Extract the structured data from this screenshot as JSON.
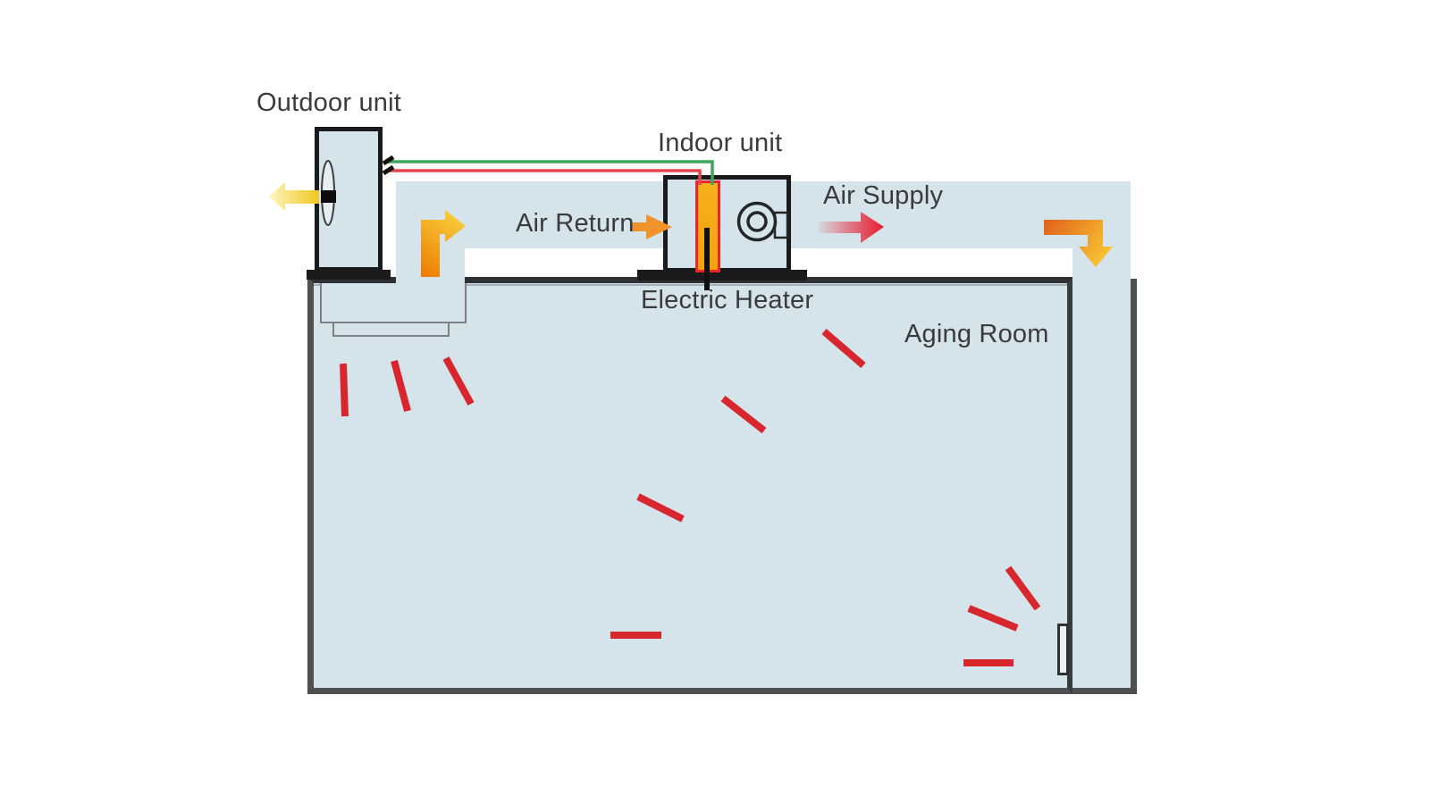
{
  "title": "Aging room heat-pump airflow schematic",
  "labels": {
    "outdoor_unit": "Outdoor unit",
    "indoor_unit": "Indoor unit",
    "air_return": "Air Return",
    "air_supply": "Air Supply",
    "electric_heater": "Electric Heater",
    "aging_room": "Aging Room"
  },
  "icons": {
    "outdoor_fan": "fan-blade-icon",
    "indoor_blower": "blower-fan-icon",
    "exhaust_arrow": "yellow-left-arrow-icon",
    "return_duct_arrow": "orange-bent-up-right-arrow-icon",
    "supply_duct_arrow": "orange-bent-right-down-arrow-icon",
    "air_return_arrow": "orange-right-arrow-icon",
    "air_supply_arrow": "red-right-arrow-icon",
    "hot_air_marks": "red-dash-icon"
  },
  "colors": {
    "duct_fill": "#d5e3ea",
    "wall_dark": "#2f3033",
    "wall_gray": "#4f5052",
    "unit_border": "#1a1a1c",
    "red_dash": "#d8262e",
    "supply_red": "#e8192d",
    "return_orange": "#f0932a",
    "heater_orange": "#f2a71f",
    "heater_border": "#e8242f",
    "pipe_green": "#3fa45c",
    "pipe_red": "#e8444e",
    "exhaust_yellow": "#f1c81e",
    "text": "#3a3b3d"
  }
}
